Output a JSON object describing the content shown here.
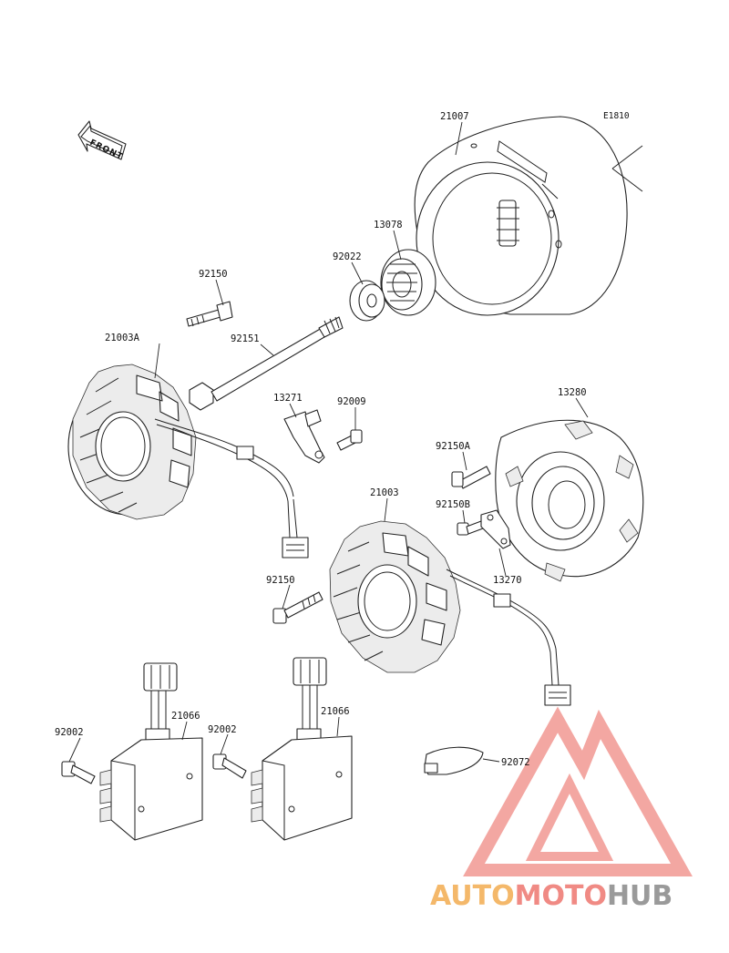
{
  "diagram": {
    "code": "E1810",
    "front_marker": "FRONT",
    "parts": [
      {
        "id": "flywheel",
        "label": "21007"
      },
      {
        "id": "starter-gear",
        "label": "13078"
      },
      {
        "id": "washer",
        "label": "92022"
      },
      {
        "id": "bolt-top",
        "label": "92150"
      },
      {
        "id": "stator-a",
        "label": "21003A"
      },
      {
        "id": "long-bolt",
        "label": "92151"
      },
      {
        "id": "bracket",
        "label": "13271"
      },
      {
        "id": "screw-small",
        "label": "92009"
      },
      {
        "id": "cover",
        "label": "13280"
      },
      {
        "id": "bolt-a",
        "label": "92150A"
      },
      {
        "id": "stator",
        "label": "21003"
      },
      {
        "id": "bolt-b",
        "label": "92150B"
      },
      {
        "id": "plate",
        "label": "13270"
      },
      {
        "id": "bolt-mid",
        "label": "92150"
      },
      {
        "id": "regulator-left",
        "label": "21066"
      },
      {
        "id": "regulator-right",
        "label": "21066"
      },
      {
        "id": "bolt-reg-left",
        "label": "92002"
      },
      {
        "id": "bolt-reg-right",
        "label": "92002"
      },
      {
        "id": "clamp",
        "label": "92072"
      }
    ]
  },
  "watermark": {
    "part1": "AUTO",
    "part2": "MOTO",
    "part3": "HUB",
    "color1": "#f4b86a",
    "color2": "#f08a84",
    "color3": "#9a9a9a",
    "logo_color": "#f08a84"
  }
}
